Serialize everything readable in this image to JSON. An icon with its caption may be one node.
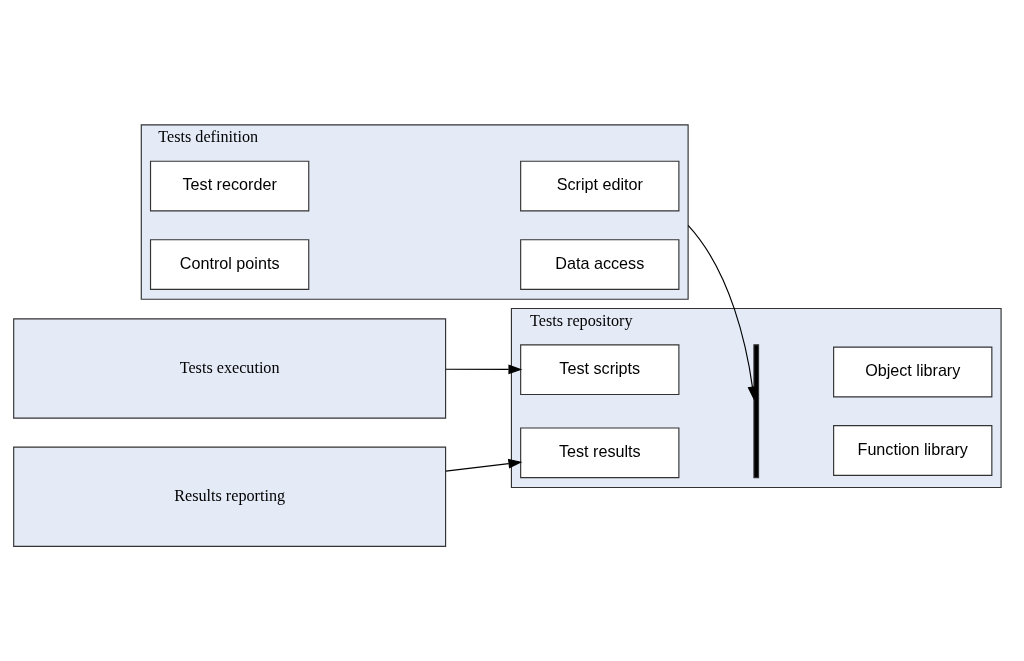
{
  "diagram": {
    "nodes": [
      {
        "text": [
          "Tests definition"
        ]
      },
      {
        "text": [
          "Test recorder"
        ],
        "in": 0
      },
      {
        "text": [
          "Script editor"
        ],
        "in": 0
      },
      {
        "text": [
          "Control points"
        ],
        "in": 0
      },
      {
        "text": [
          "Data access"
        ],
        "in": 0
      },
      {
        "text": [
          "Tests execution"
        ]
      },
      {
        "text": [
          "Results reporting"
        ]
      },
      {
        "text": [
          "Tests repository"
        ]
      },
      {
        "text": [],
        "shape": "bar",
        "in": 7
      },
      {
        "text": [
          "Function library"
        ],
        "in": 7
      },
      {
        "text": [
          "Object library"
        ],
        "in": 7
      },
      {
        "text": [
          "Test scripts"
        ],
        "in": 7
      },
      {
        "text": [
          "Test results"
        ],
        "in": 7
      }
    ],
    "edges": [
      {
        "from": 0,
        "to": 8,
        "arrow": "to"
      },
      {
        "from": 5,
        "to": 11,
        "arrow": "to"
      },
      {
        "from": 6,
        "to": 12,
        "arrow": "to"
      }
    ]
  }
}
